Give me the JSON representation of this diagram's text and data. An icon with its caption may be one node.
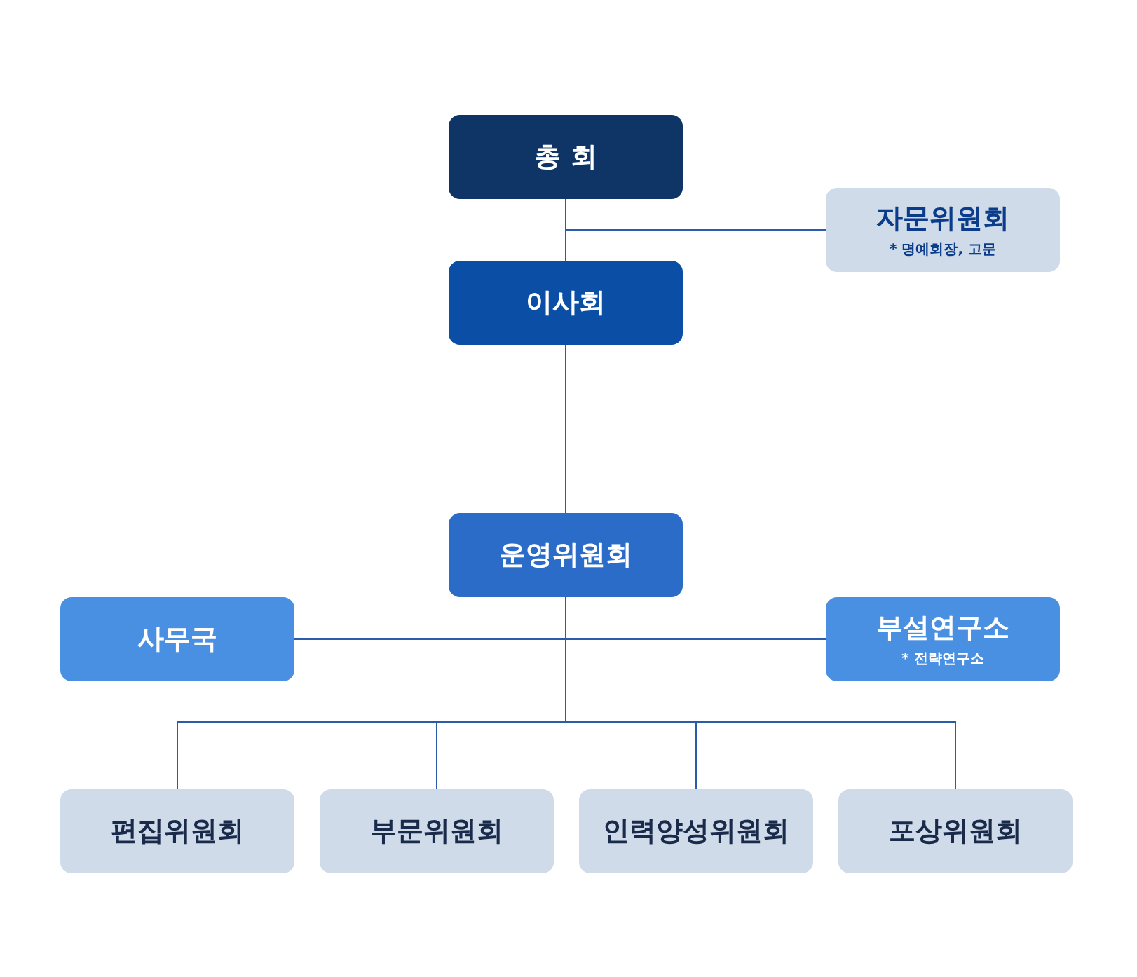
{
  "diagram": {
    "nodes": [
      {
        "text": [
          "총 회"
        ]
      },
      {
        "text": [
          "자문위원회",
          "* 명예회장, 고문"
        ]
      },
      {
        "text": [
          "이사회"
        ]
      },
      {
        "text": [
          "운영위원회"
        ]
      },
      {
        "text": [
          "사무국"
        ]
      },
      {
        "text": [
          "부설연구소",
          "* 전략연구소"
        ]
      },
      {
        "text": [
          "편집위원회"
        ]
      },
      {
        "text": [
          "부문위원회"
        ]
      },
      {
        "text": [
          "인력양성위원회"
        ]
      },
      {
        "text": [
          "포상위원회"
        ]
      }
    ],
    "edges": [
      {
        "from": 0,
        "to": 2,
        "arrow": "none"
      },
      {
        "from": 0,
        "to": 1,
        "arrow": "none"
      },
      {
        "from": 2,
        "to": 3,
        "arrow": "none"
      },
      {
        "from": 3,
        "to": 4,
        "arrow": "none"
      },
      {
        "from": 3,
        "to": 5,
        "arrow": "none"
      },
      {
        "from": 3,
        "to": 6,
        "arrow": "none"
      },
      {
        "from": 3,
        "to": 7,
        "arrow": "none"
      },
      {
        "from": 3,
        "to": 8,
        "arrow": "none"
      },
      {
        "from": 3,
        "to": 9,
        "arrow": "none"
      }
    ]
  }
}
